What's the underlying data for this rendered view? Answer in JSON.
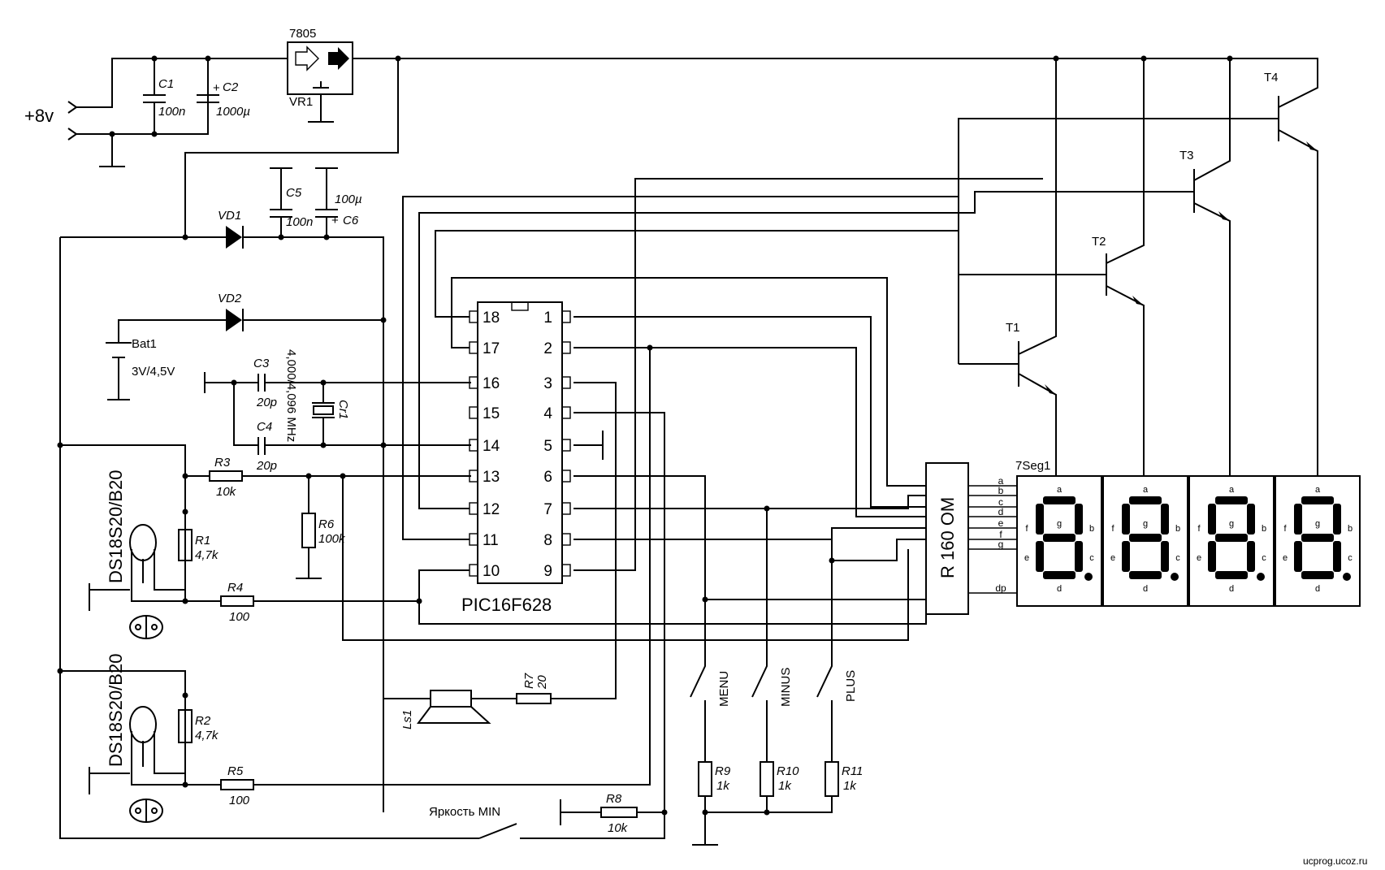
{
  "labels": {
    "supply": "+8v",
    "reg_name": "7805",
    "reg_ref": "VR1",
    "c1": "C1",
    "c1_val": "100n",
    "c2": "C2",
    "c2_val": "1000µ",
    "c5": "C5",
    "c5_val": "100n",
    "c6": "C6",
    "c6_val": "100µ",
    "c3": "C3",
    "c3_val": "20p",
    "c4": "C4",
    "c4_val": "20p",
    "crystal": "4,000/4,096 MHz",
    "crystal_ref": "Cr1",
    "vd1": "VD1",
    "vd2": "VD2",
    "bat": "Bat1",
    "bat_val": "3V/4,5V",
    "r1": "R1",
    "r1_val": "4,7k",
    "r2": "R2",
    "r2_val": "4,7k",
    "r3": "R3",
    "r3_val": "10k",
    "r4": "R4",
    "r4_val": "100",
    "r5": "R5",
    "r5_val": "100",
    "r6": "R6",
    "r6_val": "100k",
    "r7": "R7",
    "r7_val": "20",
    "r8": "R8",
    "r8_val": "10k",
    "r9": "R9",
    "r9_val": "1k",
    "r10": "R10",
    "r10_val": "1k",
    "r11": "R11",
    "r11_val": "1k",
    "sensor": "DS18S20/B20",
    "speaker": "Ls1",
    "mcu": "PIC16F628",
    "t1": "T1",
    "t2": "T2",
    "t3": "T3",
    "t4": "T4",
    "display": "7Seg1",
    "rnet": "R 160 OM",
    "menu": "MENU",
    "minus": "MINUS",
    "plus": "PLUS",
    "brightness": "Яркость MIN",
    "site": "ucprog.ucoz.ru"
  },
  "pins_left": [
    "18",
    "17",
    "16",
    "15",
    "14",
    "13",
    "12",
    "11",
    "10"
  ],
  "pins_right": [
    "1",
    "2",
    "3",
    "4",
    "5",
    "6",
    "7",
    "8",
    "9"
  ],
  "seg_inputs": [
    "a",
    "b",
    "c",
    "d",
    "e",
    "f",
    "g",
    "dp"
  ],
  "digit_seg_letters": [
    "a",
    "b",
    "c",
    "d",
    "e",
    "f",
    "g"
  ]
}
